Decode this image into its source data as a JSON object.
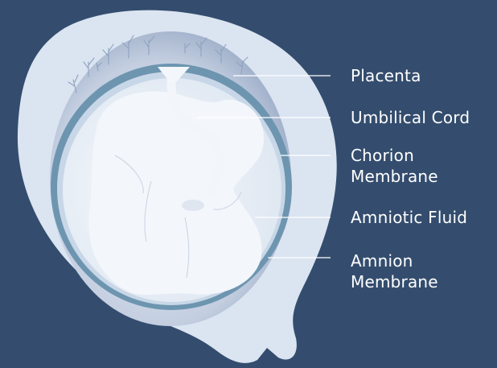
{
  "labels": {
    "placenta": "Placenta",
    "umbilical_cord": "Umbilical Cord",
    "chorion_membrane": "Chorion\nMembrane",
    "amniotic_fluid": "Amniotic Fluid",
    "amnion_membrane": "Amnion\nMembrane"
  },
  "colors": {
    "background": "#344d6e",
    "uterus_wall": "#dbe4f1",
    "placenta_region": "#b4c1d6",
    "chorion_membrane": "#6d95b0",
    "amniotic_fluid": "#e8eef6",
    "fetus": "#f3f6fb",
    "label_text": "#ffffff"
  }
}
